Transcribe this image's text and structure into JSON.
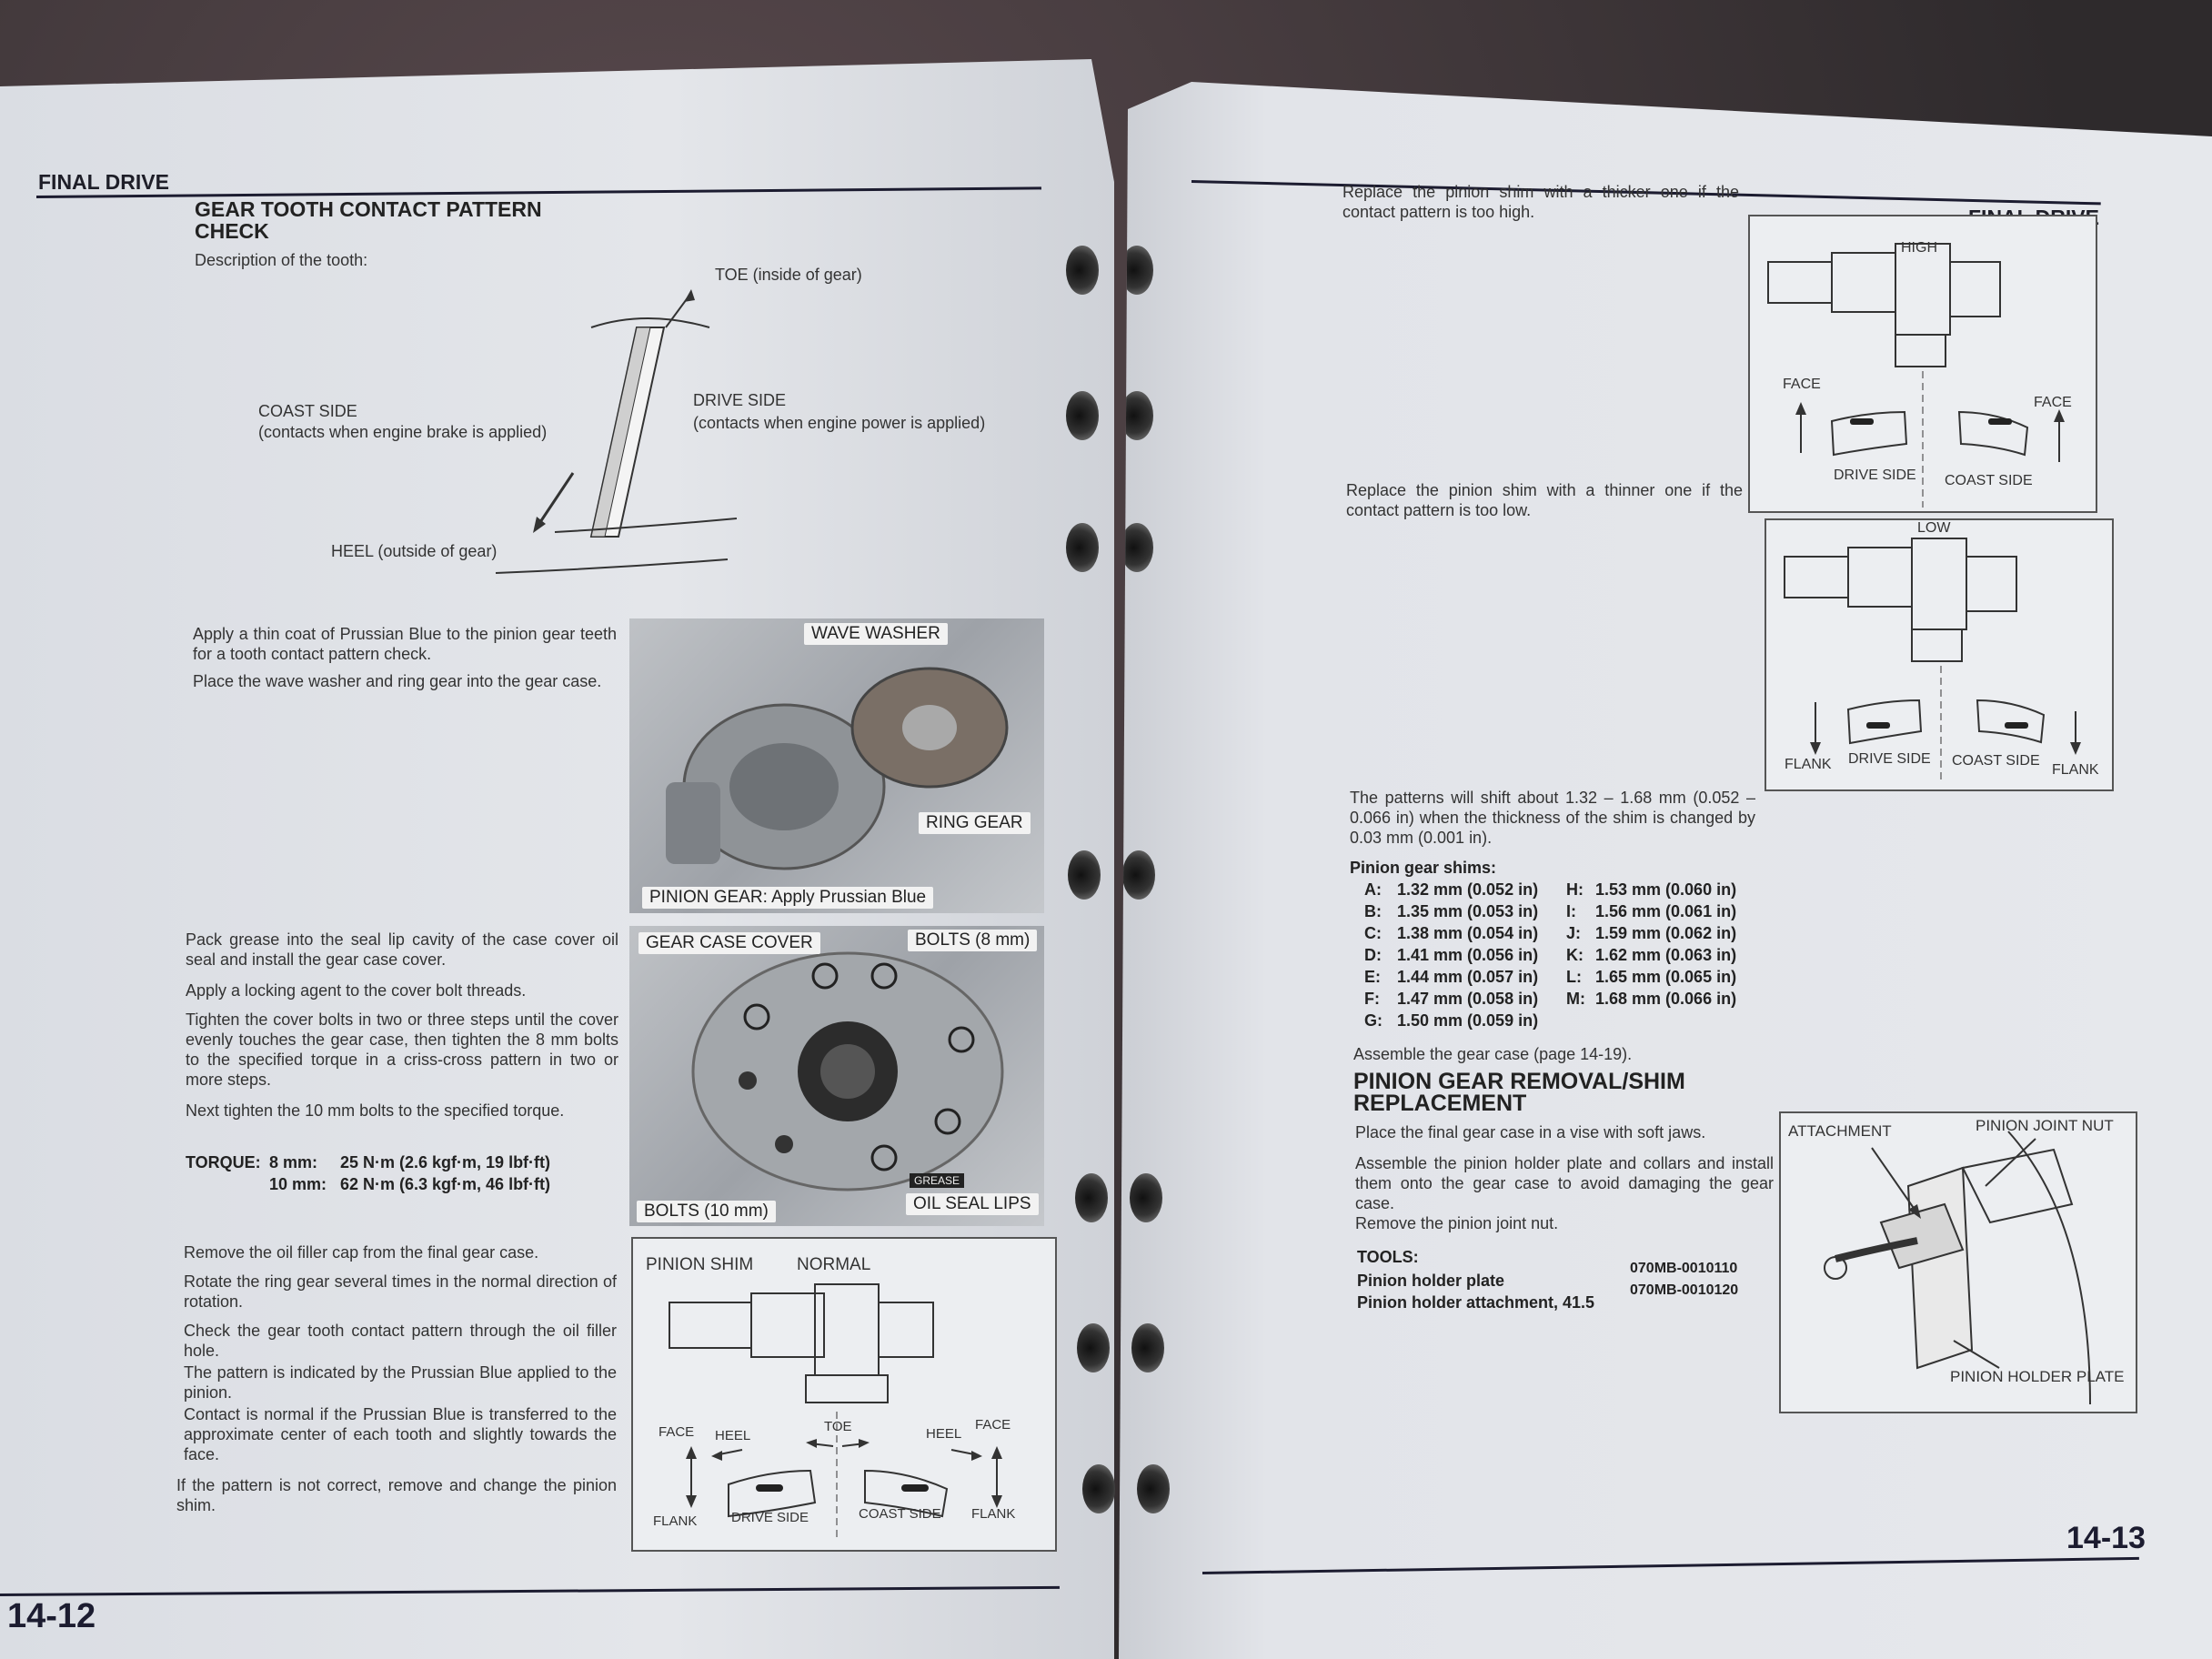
{
  "left": {
    "section_header": "FINAL DRIVE",
    "title_line1": "GEAR TOOTH CONTACT PATTERN",
    "title_line2": "CHECK",
    "description": "Description of the tooth:",
    "tooth_labels": {
      "toe": "TOE (inside of gear)",
      "coast": "COAST SIDE",
      "coast_note": "(contacts when engine brake is applied)",
      "drive": "DRIVE SIDE",
      "drive_note": "(contacts when engine power is applied)",
      "heel": "HEEL (outside of gear)"
    },
    "para1": "Apply a thin coat of Prussian Blue to the pinion gear teeth for a tooth contact pattern check.",
    "para2": "Place the wave washer and ring gear into the gear case.",
    "photo1": {
      "wave_washer": "WAVE WASHER",
      "ring_gear": "RING GEAR",
      "pinion_gear": "PINION GEAR: Apply Prussian Blue"
    },
    "para3": "Pack grease into the seal lip cavity of the case cover oil seal and install the gear case cover.",
    "para4": "Apply a locking agent to the cover bolt threads.",
    "para5": "Tighten the cover bolts in two or three steps until the cover evenly touches the gear case, then tighten the 8 mm bolts to the specified torque in a criss-cross pattern in two or more steps.",
    "para6": "Next tighten the 10 mm bolts to the specified torque.",
    "torque_label": "TORQUE:",
    "torque1_size": "8 mm:",
    "torque1_val": "25 N·m (2.6 kgf·m, 19 lbf·ft)",
    "torque2_size": "10 mm:",
    "torque2_val": "62 N·m (6.3 kgf·m, 46 lbf·ft)",
    "photo2": {
      "gear_case_cover": "GEAR CASE COVER",
      "bolts_8": "BOLTS (8 mm)",
      "bolts_10": "BOLTS (10 mm)",
      "oil_seal_lips": "OIL SEAL LIPS",
      "grease": "GREASE"
    },
    "para7": "Remove the oil filler cap from the final gear case.",
    "para8": "Rotate the ring gear several times in the normal direction of rotation.",
    "para9": "Check the gear tooth contact pattern through the oil filler hole.",
    "para10": "The pattern is indicated by the Prussian Blue applied to the pinion.",
    "para11": "Contact is normal if the Prussian Blue is transferred to the approximate center of each tooth and slightly towards the face.",
    "para12": "If the pattern is not correct, remove and change the pinion shim.",
    "fig_normal": {
      "pinion_shim": "PINION SHIM",
      "normal": "NORMAL",
      "face_l": "FACE",
      "heel_l": "HEEL",
      "toe": "TOE",
      "heel_r": "HEEL",
      "face_r": "FACE",
      "flank_l": "FLANK",
      "drive_side": "DRIVE SIDE",
      "coast_side": "COAST SIDE",
      "flank_r": "FLANK"
    },
    "page_number": "14-12"
  },
  "right": {
    "section_header": "FINAL DRIVE",
    "para1": "Replace the pinion shim with a thicker one if the contact pattern is too high.",
    "fig_high": {
      "title": "HIGH",
      "face_l": "FACE",
      "face_r": "FACE",
      "drive_side": "DRIVE SIDE",
      "coast_side": "COAST SIDE"
    },
    "para2": "Replace the pinion shim with a thinner one if the contact pattern is too low.",
    "fig_low": {
      "title": "LOW",
      "flank_l": "FLANK",
      "drive_side": "DRIVE SIDE",
      "coast_side": "COAST SIDE",
      "flank_r": "FLANK"
    },
    "para3": "The patterns will shift about 1.32 – 1.68 mm (0.052 – 0.066 in) when the thickness of the shim is changed by 0.03 mm (0.001 in).",
    "shims_title": "Pinion gear shims:",
    "shims_left": [
      {
        "k": "A:",
        "v": "1.32 mm (0.052 in)"
      },
      {
        "k": "B:",
        "v": "1.35 mm (0.053 in)"
      },
      {
        "k": "C:",
        "v": "1.38 mm (0.054 in)"
      },
      {
        "k": "D:",
        "v": "1.41 mm (0.056 in)"
      },
      {
        "k": "E:",
        "v": "1.44 mm (0.057 in)"
      },
      {
        "k": "F:",
        "v": "1.47 mm (0.058 in)"
      },
      {
        "k": "G:",
        "v": "1.50 mm (0.059 in)"
      }
    ],
    "shims_right": [
      {
        "k": "H:",
        "v": "1.53 mm (0.060 in)"
      },
      {
        "k": "I:",
        "v": "1.56 mm (0.061 in)"
      },
      {
        "k": "J:",
        "v": "1.59 mm (0.062 in)"
      },
      {
        "k": "K:",
        "v": "1.62 mm (0.063 in)"
      },
      {
        "k": "L:",
        "v": "1.65 mm (0.065 in)"
      },
      {
        "k": "M:",
        "v": "1.68 mm (0.066 in)"
      }
    ],
    "para4": "Assemble the gear case (page 14-19).",
    "title2_line1": "PINION GEAR REMOVAL/SHIM",
    "title2_line2": "REPLACEMENT",
    "para5": "Place the final gear case in a vise with soft jaws.",
    "para6": "Assemble the pinion holder plate and collars and install them onto the gear case to avoid damaging the gear case.",
    "para7": "Remove the pinion joint nut.",
    "tools_label": "TOOLS:",
    "tool1_name": "Pinion holder plate",
    "tool1_code": "070MB-0010110",
    "tool2_name": "Pinion holder attachment, 41.5",
    "tool2_code": "070MB-0010120",
    "fig_holder": {
      "attachment": "ATTACHMENT",
      "pinion_joint_nut": "PINION JOINT NUT",
      "pinion_holder_plate": "PINION HOLDER PLATE"
    },
    "page_number": "14-13"
  }
}
